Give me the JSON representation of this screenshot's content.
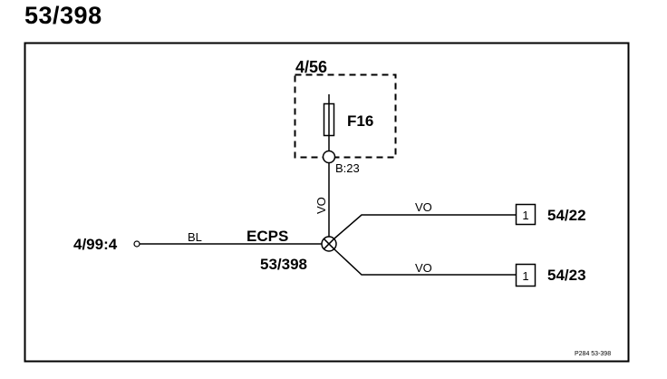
{
  "page": {
    "title": "53/398"
  },
  "diagram": {
    "fuse_box_ref": "4/56",
    "fuse_label": "F16",
    "terminal_label": "B:23",
    "wire_vertical": "VO",
    "wire_upper": "VO",
    "wire_lower": "VO",
    "wire_left": "BL",
    "left_connector": "4/99:4",
    "splice_name": "ECPS",
    "splice_ref": "53/398",
    "out_top": {
      "box": "1",
      "ref": "54/22"
    },
    "out_bottom": {
      "box": "1",
      "ref": "54/23"
    },
    "footer_code": "P284  53-398"
  }
}
